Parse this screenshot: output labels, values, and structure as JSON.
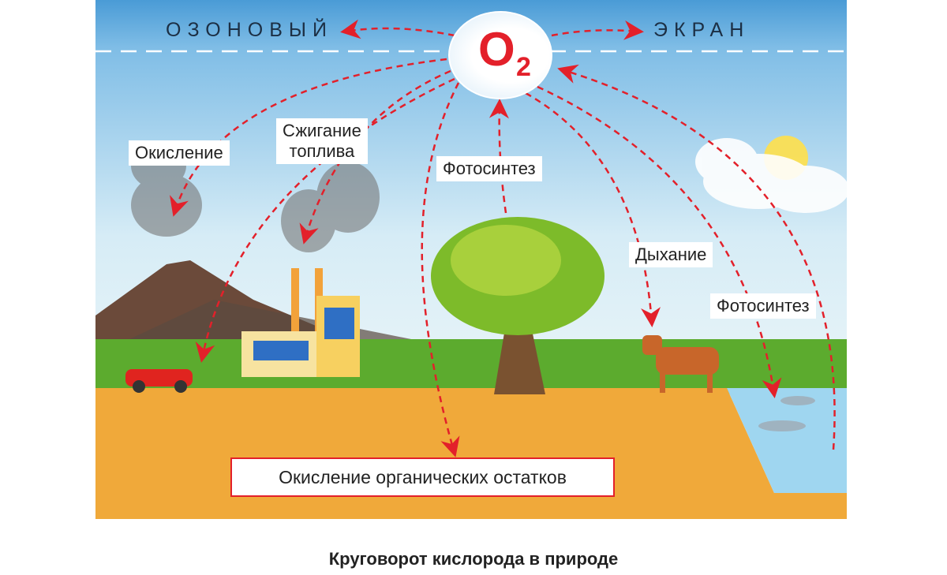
{
  "sky": {
    "left_word": "ОЗОНОВЫЙ",
    "right_word": "ЭКРАН"
  },
  "center": {
    "main": "O",
    "subscript": "2"
  },
  "labels": {
    "oxidation": "Окисление",
    "fuel_line1": "Сжигание",
    "fuel_line2": "топлива",
    "photosynthesis_tree": "Фотосинтез",
    "respiration": "Дыхание",
    "photosynthesis_water": "Фотосинтез",
    "organic": "Окисление органических остатков"
  },
  "caption": "Круговорот кислорода в природе",
  "colors": {
    "arrow": "#e3202a",
    "sky_top": "#4a9bd6",
    "ground": "#f0a93a",
    "grass": "#5cab2e",
    "water": "#9fd6f0"
  }
}
